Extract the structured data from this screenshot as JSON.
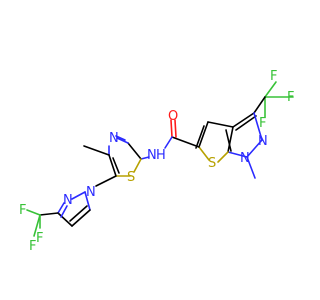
{
  "molecule": {
    "atoms": {
      "n_amide": "N",
      "h_amide": "H",
      "o_carbonyl": "O",
      "s_thiazole": "S",
      "n_thiazole": "N",
      "n_pyrazole1_a": "N",
      "n_pyrazole1_b": "N",
      "s_thiophene": "S",
      "n_pyrazole2_a": "N",
      "n_pyrazole2_b": "N",
      "f1": "F",
      "f2": "F",
      "f3": "F",
      "f4": "F",
      "f5": "F",
      "f6": "F"
    }
  },
  "colors": {
    "carbon": "#000000",
    "nitrogen": "#2b2bff",
    "sulfur": "#b7a100",
    "oxygen": "#ff1a1a",
    "fluorine": "#38c238"
  }
}
